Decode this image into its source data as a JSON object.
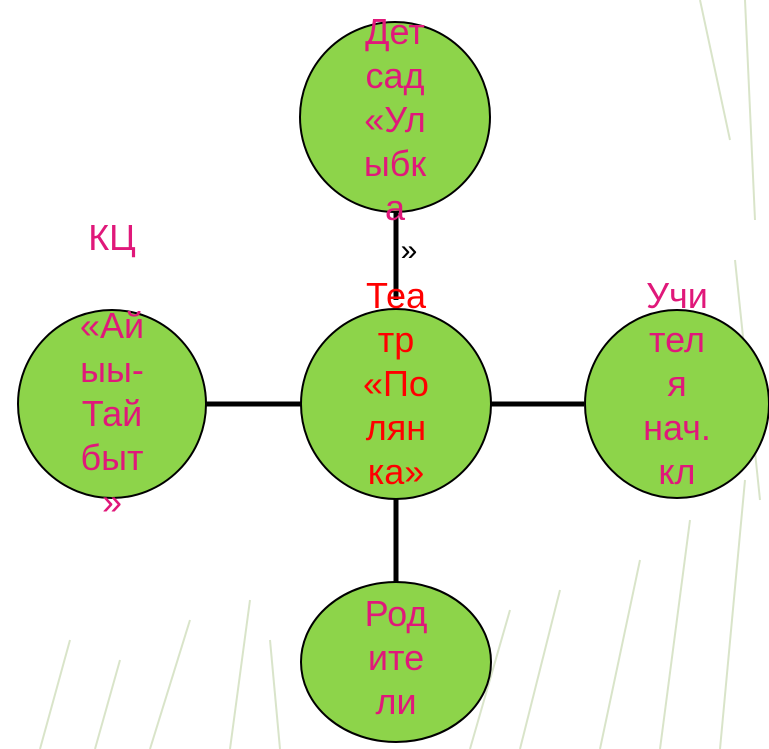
{
  "colors": {
    "node_fill": "#8dd44a",
    "outline": "#000000",
    "label_magenta": "#e0187a",
    "label_red": "#ff0000",
    "background": "#ffffff",
    "grass": "#c9d9b3"
  },
  "nodes": {
    "top": {
      "text": "Дет\nсад\n«Ул\nыбк\nа",
      "tail": "»"
    },
    "center": {
      "text": "Теа\nтр\n«По\nлян\nка»"
    },
    "left": {
      "text": "КЦ\n\n«Ай\nыы-\nТай\nбыт\n»"
    },
    "right": {
      "text": "Учи\nтел\nя\nнач.\nкл"
    },
    "bottom": {
      "text": "Род\nите\nли"
    }
  }
}
